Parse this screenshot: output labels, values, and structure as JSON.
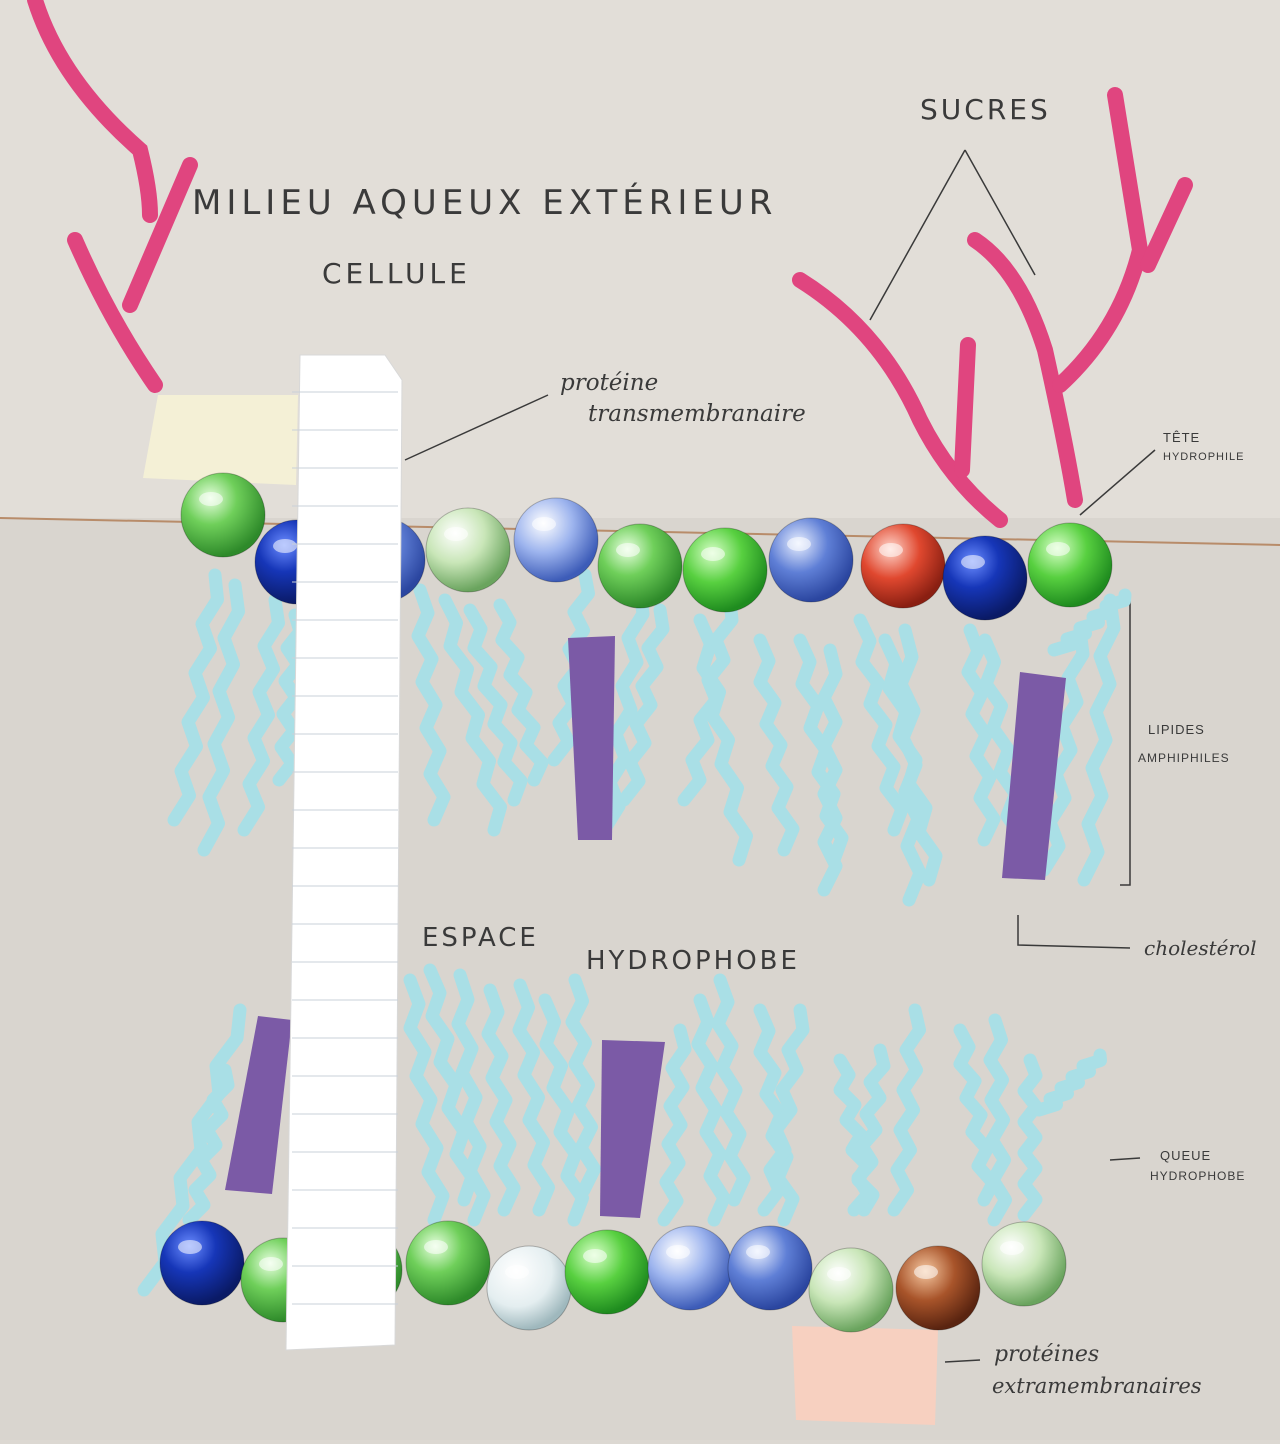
{
  "labels": {
    "milieu": "MILIEU AQUEUX EXTÉRIEUR",
    "cellule": "CELLULE",
    "sucres": "SUCRES",
    "proteine_line1": "protéine",
    "proteine_line2": "transmembranaire",
    "tete_line1": "TÊTE",
    "tete_line2": "HYDROPHILE",
    "lipides_line1": "LIPIDES",
    "lipides_line2": "AMPHIPHILES",
    "espace": "ESPACE",
    "hydrophobe": "HYDROPHOBE",
    "cholesterol": "cholestérol",
    "queue_line1": "QUEUE",
    "queue_line2": "HYDROPHOBE",
    "proteines_line1": "protéines",
    "proteines_line2": "extramembranaires"
  },
  "colors": {
    "board": "#dcd8d2",
    "sugar_pink": "#e0457f",
    "lipid_tail": "#a9dfe6",
    "cholesterol": "#7b5aa6",
    "ink": "#3a3a3a",
    "protein_strip": "#ffffff",
    "peripheral_protein_top": "#f4f0d6",
    "peripheral_protein_bottom": "#f7d0c0"
  },
  "marbles_top": [
    "green",
    "navy",
    "blue",
    "clear-green",
    "blue-white",
    "green",
    "bright-green",
    "blue",
    "red",
    "navy",
    "bright-green"
  ],
  "marbles_bottom": [
    "navy",
    "green",
    "green",
    "green",
    "clear",
    "bright-green",
    "blue-white",
    "blue",
    "clear-green",
    "amber",
    "clear-green"
  ]
}
